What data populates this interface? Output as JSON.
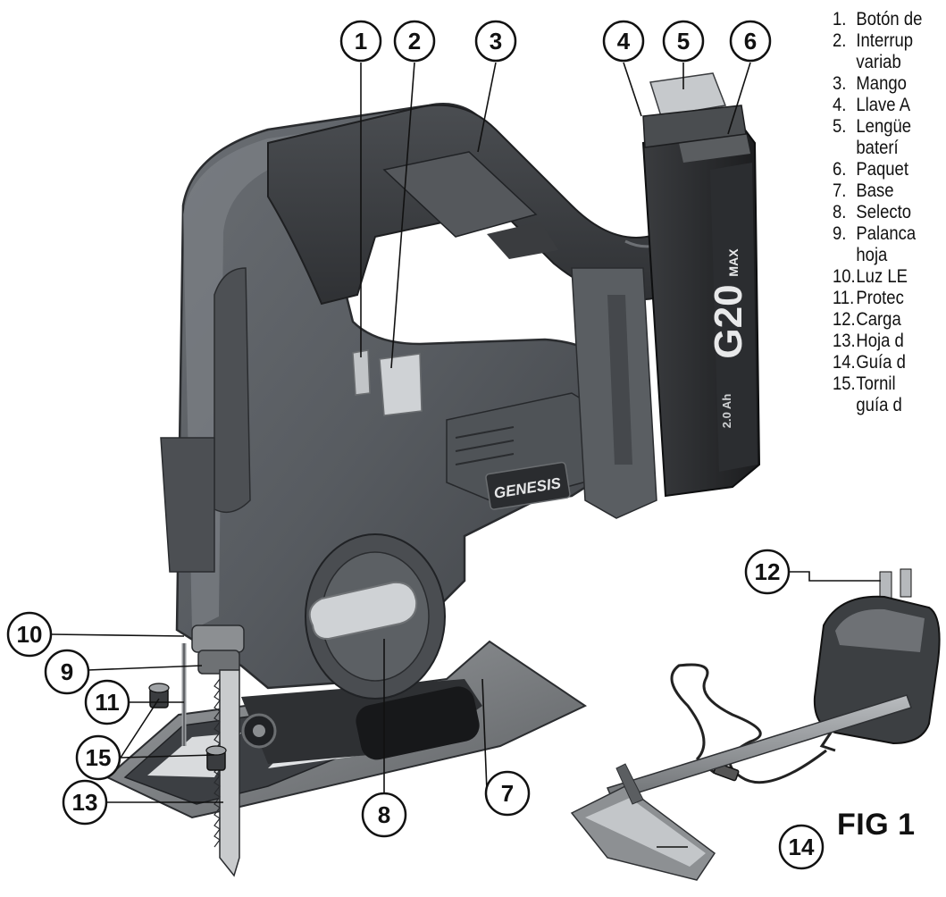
{
  "figure_label": "FIG 1",
  "brand_text": "GENESIS",
  "battery_text": "G20",
  "battery_text_max": "MAX",
  "battery_capacity": "2.0 Ah",
  "callouts": [
    "1",
    "2",
    "3",
    "4",
    "5",
    "6",
    "7",
    "8",
    "9",
    "10",
    "11",
    "12",
    "13",
    "14",
    "15"
  ],
  "legend": [
    {
      "num": "1.",
      "text": "Botón de"
    },
    {
      "num": "2.",
      "text": "Interrup",
      "cont": "variab"
    },
    {
      "num": "3.",
      "text": "Mango"
    },
    {
      "num": "4.",
      "text": "Llave A"
    },
    {
      "num": "5.",
      "text": "Lengüe",
      "cont": "baterí"
    },
    {
      "num": "6.",
      "text": "Paquet"
    },
    {
      "num": "7.",
      "text": "Base"
    },
    {
      "num": "8.",
      "text": "Selecto"
    },
    {
      "num": "9.",
      "text": "Palanca",
      "cont": "hoja"
    },
    {
      "num": "10.",
      "text": "Luz LE"
    },
    {
      "num": "11.",
      "text": "Protec"
    },
    {
      "num": "12.",
      "text": "Carga"
    },
    {
      "num": "13.",
      "text": "Hoja d"
    },
    {
      "num": "14.",
      "text": "Guía d"
    },
    {
      "num": "15.",
      "text": "Tornil",
      "cont": "guía d"
    }
  ],
  "colors": {
    "body_dark": "#3a3d41",
    "body_mid": "#595d62",
    "body_light": "#8a8e93",
    "trigger": "#cfd2d5",
    "metal": "#8c8f92",
    "battery": "#2a2c2e",
    "ink": "#111111"
  }
}
